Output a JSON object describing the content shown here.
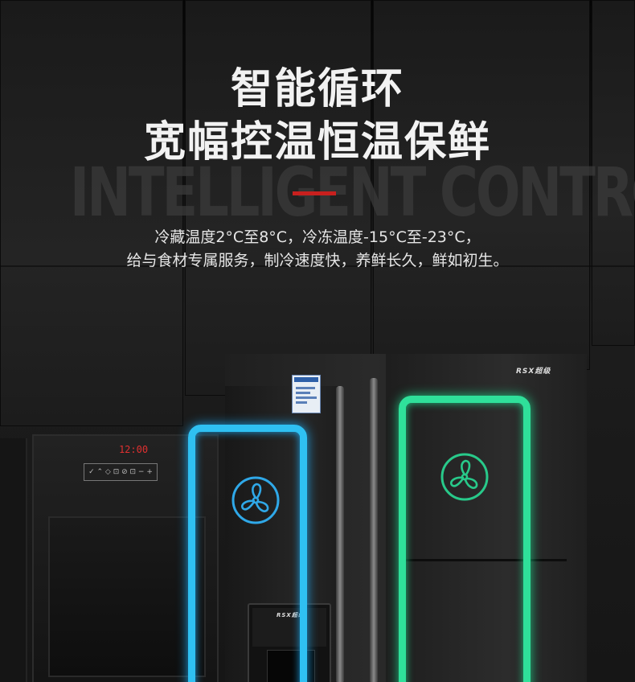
{
  "headline": {
    "line1": "智能循环",
    "line2": "宽幅控温恒温保鲜"
  },
  "watermark_text": "INTELLIGENT CONTROL",
  "description": {
    "line1": "冷藏温度2°C至8°C，冷冻温度-15°C至-23°C，",
    "line2": "给与食材专属服务，制冷速度快，养鲜长久，鲜如初生。"
  },
  "oven": {
    "display": "12:00",
    "controls": "✓ ⌃ ◇ ⊡ ⊘ ⊡ − +"
  },
  "fridge": {
    "brand_top": "RSX超级",
    "brand_dispenser": "RSX超级"
  },
  "icons": {
    "fridge_fan": "fan-icon",
    "freezer_fan": "fan-icon"
  },
  "colors": {
    "accent_red": "#c8201e",
    "glow_blue": "#2fc0f2",
    "glow_green": "#2fe09a"
  }
}
